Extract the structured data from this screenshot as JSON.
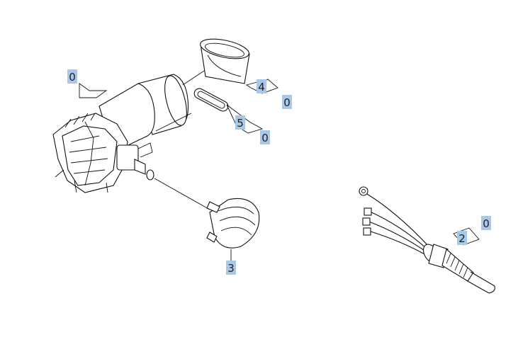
{
  "callouts": {
    "motor_group": "0",
    "ring_part": "4",
    "ring_qty": "0",
    "seal_part": "5",
    "seal_qty": "0",
    "cap_part": "3",
    "cable_part": "2",
    "cable_qty": "0"
  }
}
